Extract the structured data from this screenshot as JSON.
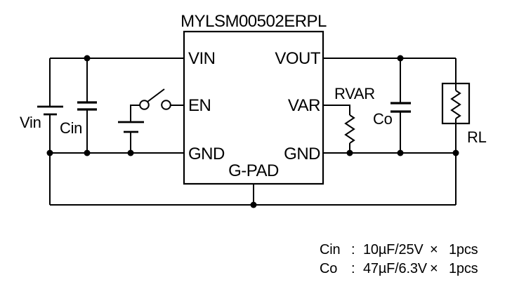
{
  "diagram": {
    "ic": {
      "title": "MYLSM00502ERPL",
      "left_pins": [
        "VIN",
        "EN",
        "GND"
      ],
      "right_pins": [
        "VOUT",
        "VAR",
        "GND"
      ],
      "bottom_pad": "G-PAD"
    },
    "components": {
      "input_source": "Vin",
      "input_cap": "Cin",
      "var_resistor": "RVAR",
      "output_cap": "Co",
      "load_resistor": "RL"
    },
    "colors": {
      "line": "#000000",
      "background": "#ffffff"
    }
  },
  "notes": {
    "rows": [
      {
        "label": "Cin",
        "colon": ":",
        "value": "10µF/25V",
        "times": "×",
        "qty": "1pcs"
      },
      {
        "label": "Co",
        "colon": ":",
        "value": "47µF/6.3V",
        "times": "×",
        "qty": "1pcs"
      }
    ]
  }
}
